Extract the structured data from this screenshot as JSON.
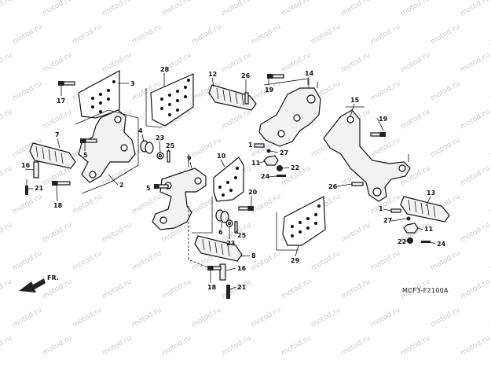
{
  "diagram": {
    "code": "MCF3-F2100A",
    "direction_label": "FR.",
    "watermark": "motod.ru",
    "callouts": [
      "1",
      "2",
      "3",
      "4",
      "5",
      "6",
      "7",
      "8",
      "9",
      "10",
      "11",
      "12",
      "13",
      "14",
      "15",
      "16",
      "17",
      "18",
      "19",
      "20",
      "21",
      "22",
      "23",
      "24",
      "25",
      "26",
      "27",
      "28",
      "29"
    ]
  }
}
